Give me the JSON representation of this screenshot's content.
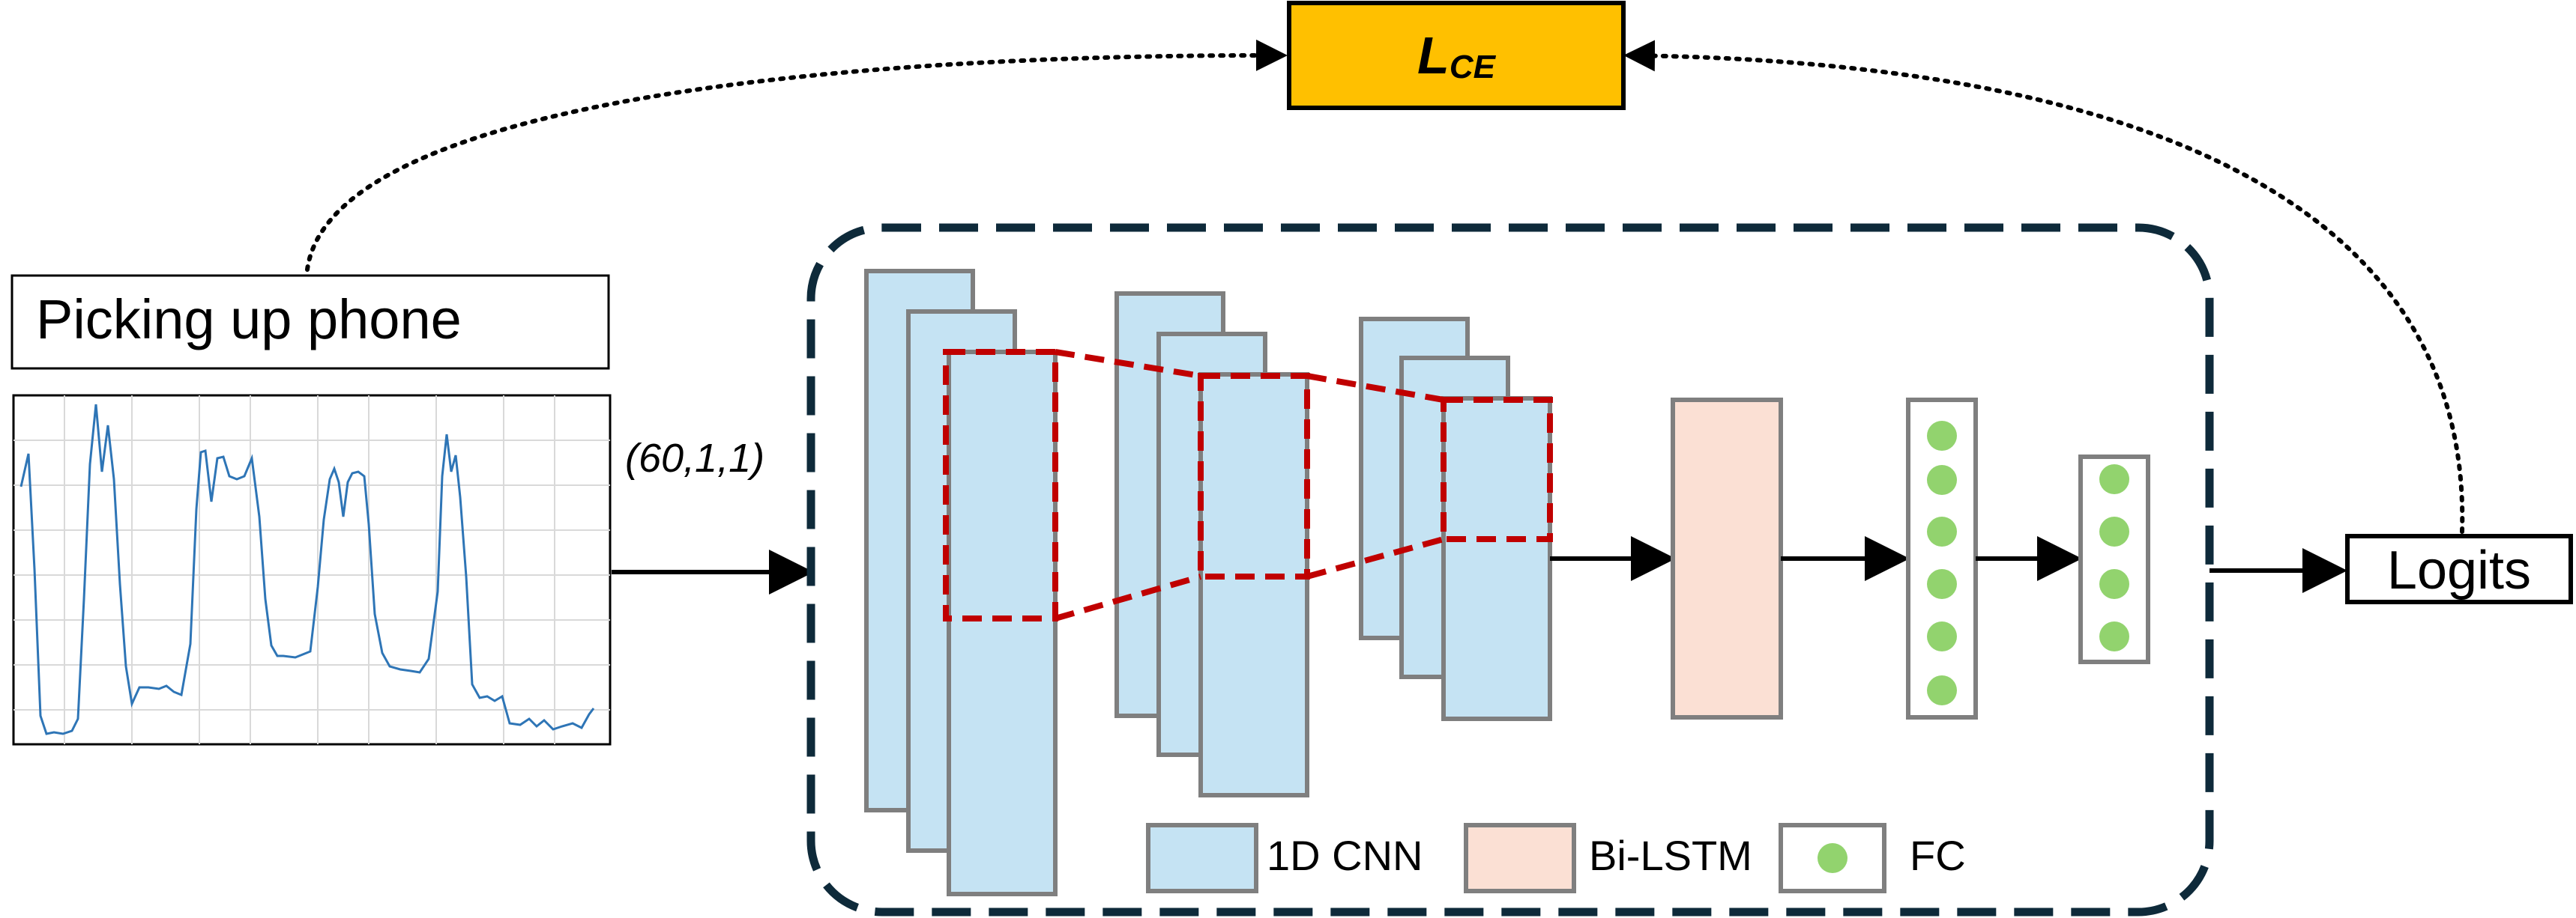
{
  "loss": {
    "symbol": "L",
    "subscript": "CE",
    "box_color": "#FFC000"
  },
  "input": {
    "label": "Picking up phone",
    "shape": "(60,1,1)"
  },
  "output": {
    "label": "Logits"
  },
  "legend": [
    {
      "key": "cnn",
      "label": "1D CNN",
      "color": "#C5E3F3"
    },
    {
      "key": "lstm",
      "label": "Bi-LSTM",
      "color": "#FBE0D4"
    },
    {
      "key": "fc",
      "label": "FC",
      "color": "#92D36E"
    }
  ],
  "colors": {
    "model_border": "#0E2A3A",
    "receptive_field": "#C00000",
    "signal_line": "#2E75B6",
    "block_border": "#7F7F7F"
  }
}
